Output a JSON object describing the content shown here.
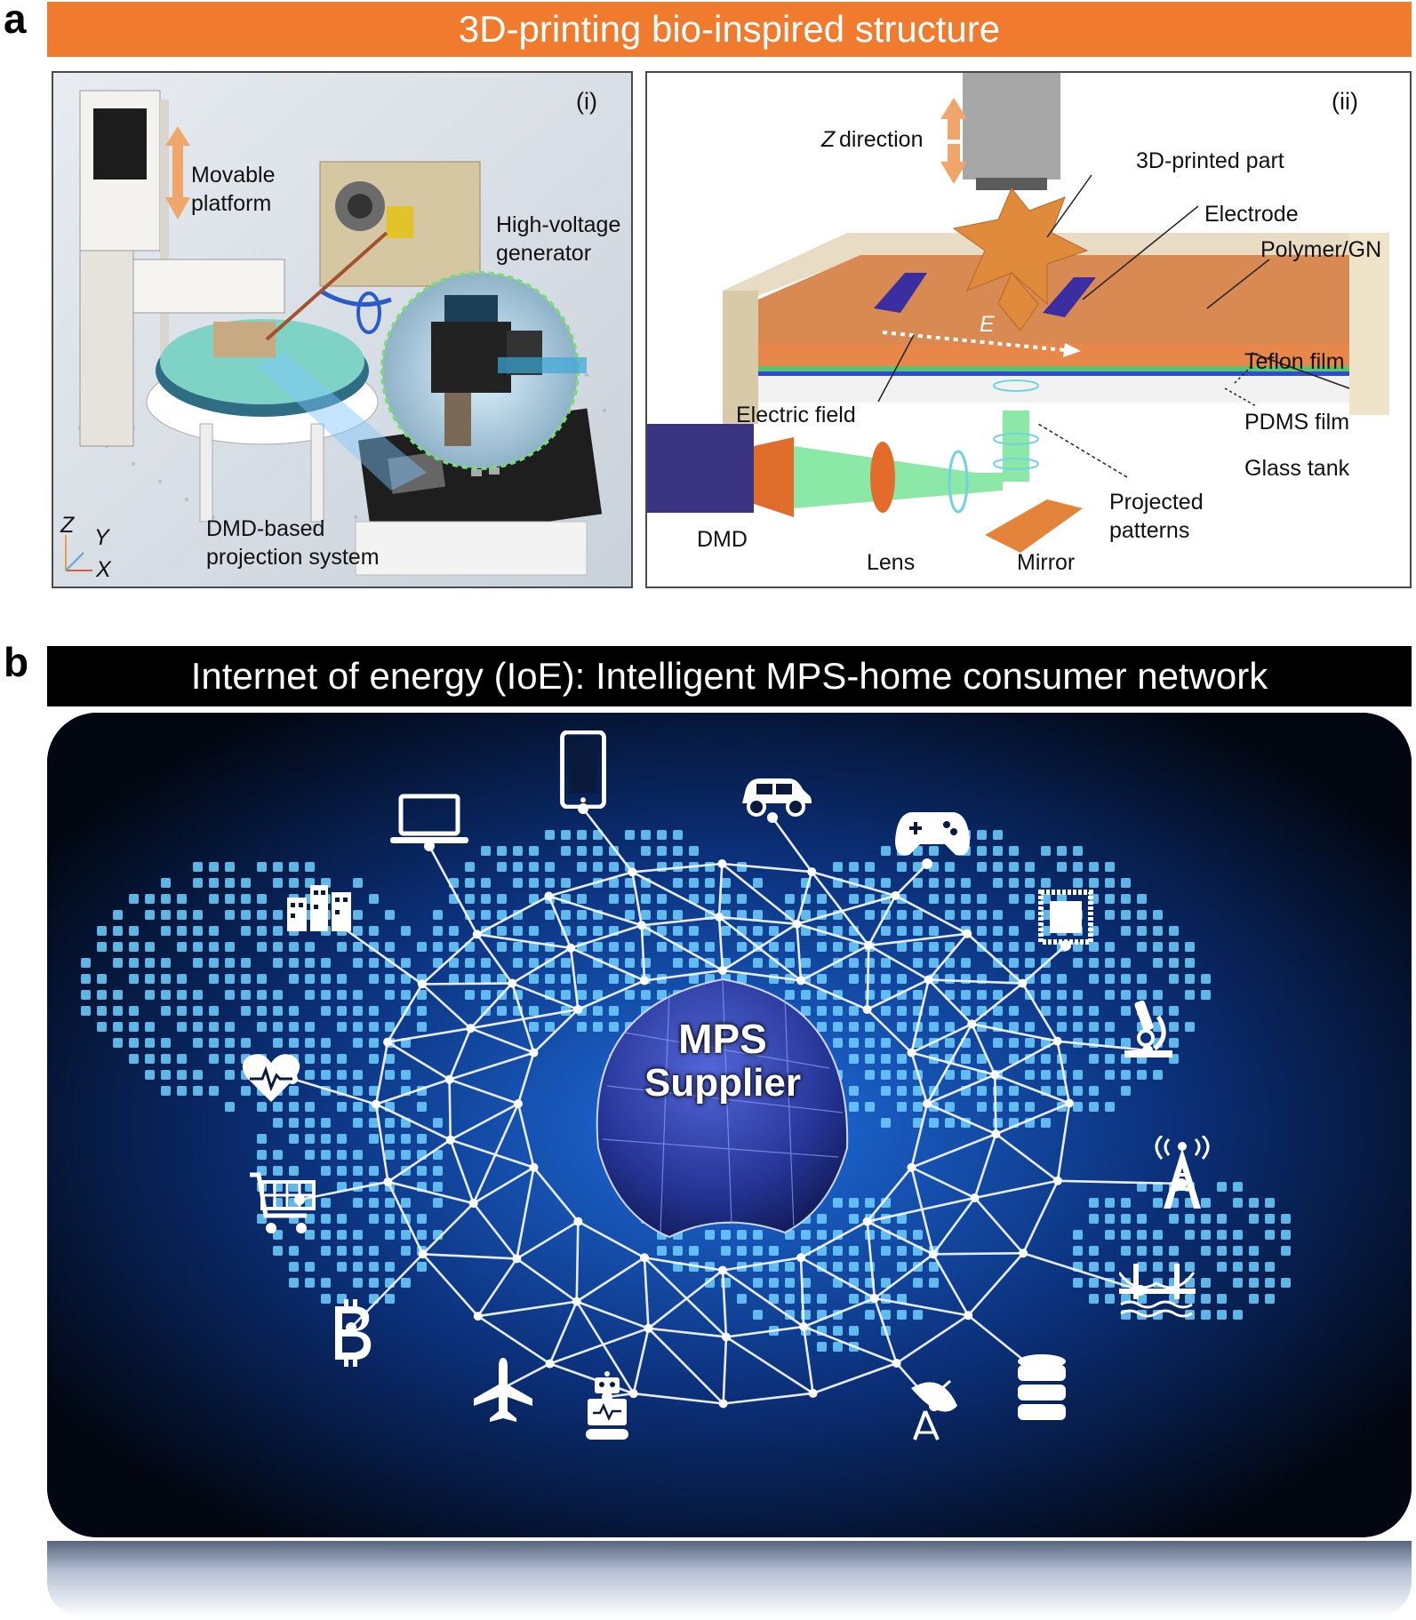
{
  "panel_a": {
    "letter": "a",
    "banner": "3D-printing bio-inspired structure",
    "left": {
      "tag": "(i)",
      "movable": "Movable",
      "platform": "platform",
      "hv1": "High-voltage",
      "hv2": "generator",
      "dmd1": "DMD-based",
      "dmd2": "projection system",
      "axis_z": "Z",
      "axis_y": "Y",
      "axis_x": "X"
    },
    "right": {
      "tag": "(ii)",
      "zdir": "direction",
      "z": "Z",
      "part": "3D-printed part",
      "electrode": "Electrode",
      "polymer": "Polymer/GN",
      "teflon": "Teflon film",
      "pdms": "PDMS film",
      "glass": "Glass tank",
      "efield": "Electric  field",
      "e": "E",
      "projected1": "Projected",
      "projected2": "patterns",
      "dmd": "DMD",
      "lens": "Lens",
      "mirror": "Mirror"
    }
  },
  "panel_b": {
    "letter": "b",
    "banner": "Internet of energy (IoE): Intelligent MPS-home consumer network",
    "center1": "MPS",
    "center2": "Supplier",
    "icons": [
      "phone-icon",
      "car-icon",
      "laptop-icon",
      "gamepad-icon",
      "buildings-icon",
      "chip-icon",
      "heart-icon",
      "microscope-icon",
      "cart-icon",
      "tower-icon",
      "bitcoin-icon",
      "bridge-icon",
      "plane-icon",
      "robot-icon",
      "dish-icon",
      "database-icon"
    ]
  },
  "colors": {
    "orange": "#f07b2e",
    "glow": "#3fa9ff",
    "dome": "#2a3a9a"
  }
}
